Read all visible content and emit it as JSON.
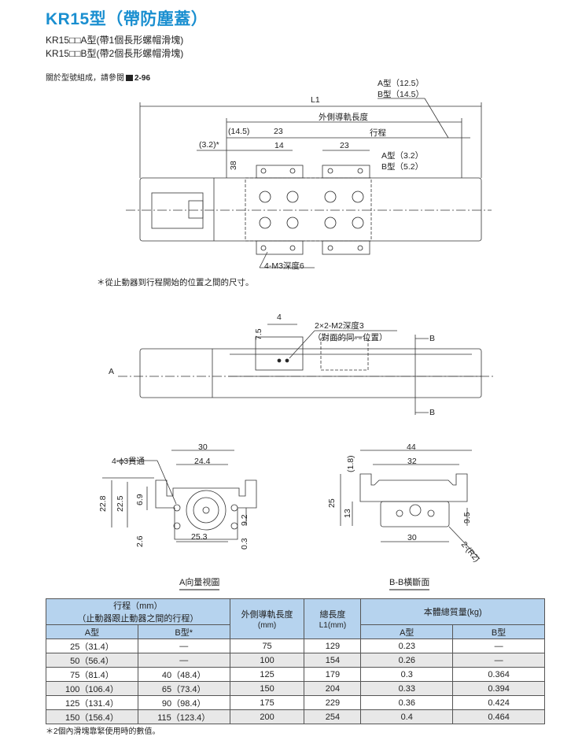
{
  "header": {
    "title": "KR15型（帶防塵蓋）",
    "line_a": "KR15□□A型(帶1個長形螺帽滑塊)",
    "line_b": "KR15□□B型(帶2個長形螺帽滑塊)",
    "reference": "關於型號組成，請參閱",
    "reference_page": "2-96"
  },
  "top_view": {
    "a_type_end": "A型（12.5）",
    "b_type_end": "B型（14.5）",
    "l1": "L1",
    "outer_rail_length": "外側導軌長度",
    "dim_14_5": "(14.5)",
    "dim_23a": "23",
    "stroke": "行程",
    "dim_3_2": "(3.2)*",
    "dim_14": "14",
    "dim_23b": "23",
    "a_type_gap": "A型（3.2）",
    "b_type_gap": "B型（5.2）",
    "dim_38": "38",
    "tap": "4-M3深度6",
    "note": "＊從止動器到行程開始的位置之間的尺寸。"
  },
  "side_view": {
    "dim_4": "4",
    "dim_7_5": "7.5",
    "tap": "2×2-M2深度3",
    "tap_note": "（對面的同一位置）",
    "section_mark": "B",
    "view_mark": "A"
  },
  "a_view": {
    "hole": "4-ϕ3貫通",
    "dims": [
      "30",
      "24.4",
      "22.8",
      "22.5",
      "6.9",
      "9.2",
      "25.3",
      "2.6",
      "0.3"
    ],
    "caption": "A向量視圖"
  },
  "bb_view": {
    "dims": [
      "44",
      "(1.8)",
      "32",
      "25",
      "13",
      "9.5",
      "30",
      "2-(R2)"
    ],
    "caption": "B-B橫斷面"
  },
  "table": {
    "h_stroke": "行程（mm）",
    "h_stroke_sub": "（止動器跟止動器之間的行程）",
    "h_a": "A型",
    "h_b": "B型*",
    "h_rail": "外側導軌長度",
    "h_rail_unit": "(mm)",
    "h_len": "總長度",
    "h_len_unit": "L1(mm)",
    "h_mass": "本體總質量(kg)",
    "h_ma": "A型",
    "h_mb": "B型",
    "rows": [
      [
        "25（31.4）",
        "—",
        "75",
        "129",
        "0.23",
        "—"
      ],
      [
        "50（56.4）",
        "—",
        "100",
        "154",
        "0.26",
        "—"
      ],
      [
        "75（81.4）",
        "40（48.4）",
        "125",
        "179",
        "0.3",
        "0.364"
      ],
      [
        "100（106.4）",
        "65（73.4）",
        "150",
        "204",
        "0.33",
        "0.394"
      ],
      [
        "125（131.4）",
        "90（98.4）",
        "175",
        "229",
        "0.36",
        "0.424"
      ],
      [
        "150（156.4）",
        "115（123.4）",
        "200",
        "254",
        "0.4",
        "0.464"
      ]
    ]
  },
  "footnote": "＊2個內滑塊靠緊使用時的數值。",
  "colors": {
    "title": "#1a8fd0",
    "table_header": "#b6d3ee",
    "row_alt": "#e8e8e8"
  }
}
